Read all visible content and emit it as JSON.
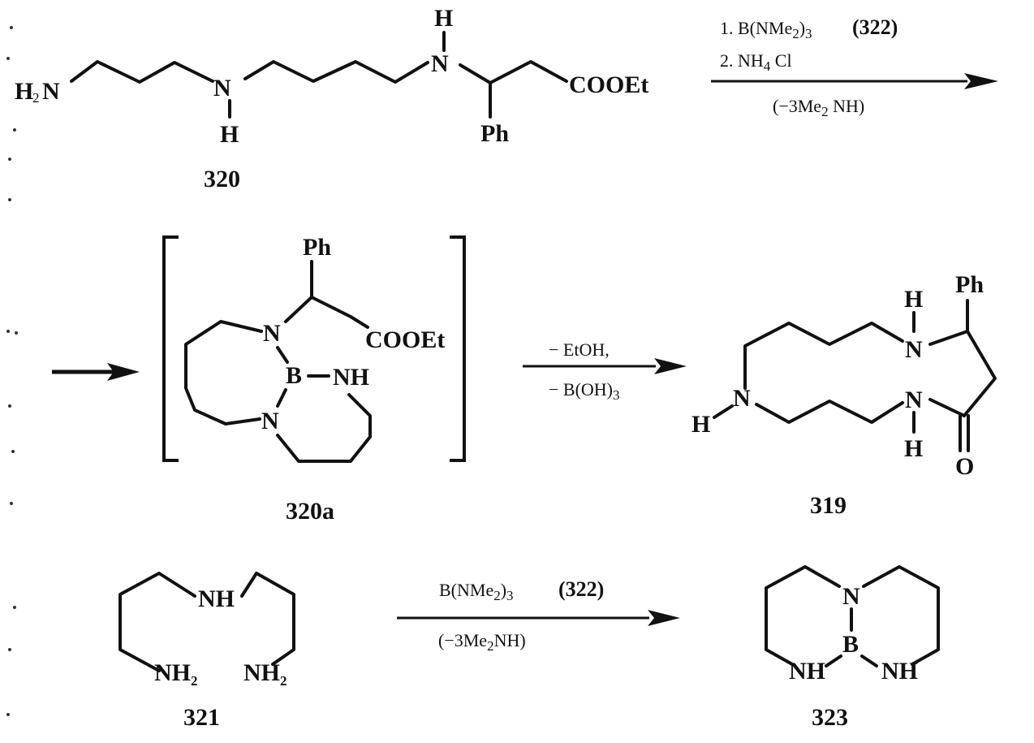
{
  "compounds": {
    "c320": {
      "label": "320",
      "nh2": "H",
      "nh2_end": "N",
      "n1": "N",
      "h1": "H",
      "n2": "N",
      "h2": "H",
      "ester": "COOEt",
      "ph": "Ph"
    },
    "c320a": {
      "label": "320a",
      "ph": "Ph",
      "n_top": "N",
      "n_bot": "N",
      "b": "B",
      "nh": "NH",
      "ester": "COOEt"
    },
    "c319": {
      "label": "319",
      "ph": "Ph",
      "n_top": "N",
      "h_top": "H",
      "n_left": "N",
      "h_left": "H",
      "n_amide": "N",
      "h_amide": "H",
      "o": "O"
    },
    "c321": {
      "label": "321",
      "nh": "NH",
      "nh2_left": "NH",
      "nh2_right": "NH",
      "sub2": "2"
    },
    "c323": {
      "label": "323",
      "n": "N",
      "b": "B",
      "nh_left": "NH",
      "nh_right": "NH"
    }
  },
  "reactions": {
    "r1": {
      "step1": "1. B(NMe",
      "step1_sub": "2",
      "step1_close": ")",
      "step1_sub3": "3",
      "step1_ref": "(322)",
      "step2": "2. NH",
      "step2_sub": "4",
      "step2_tail": " Cl",
      "below": "(−3Me",
      "below_sub": "2",
      "below_tail": " NH)"
    },
    "r2": {
      "line1": "− EtOH,",
      "line2": "− B(OH)",
      "line2_sub": "3"
    },
    "r3": {
      "above": "B(NMe",
      "above_sub": "2",
      "above_close": ")",
      "above_sub3": "3",
      "above_ref": "(322)",
      "below": "(−3Me",
      "below_sub": "2",
      "below_tail": "NH)"
    }
  }
}
